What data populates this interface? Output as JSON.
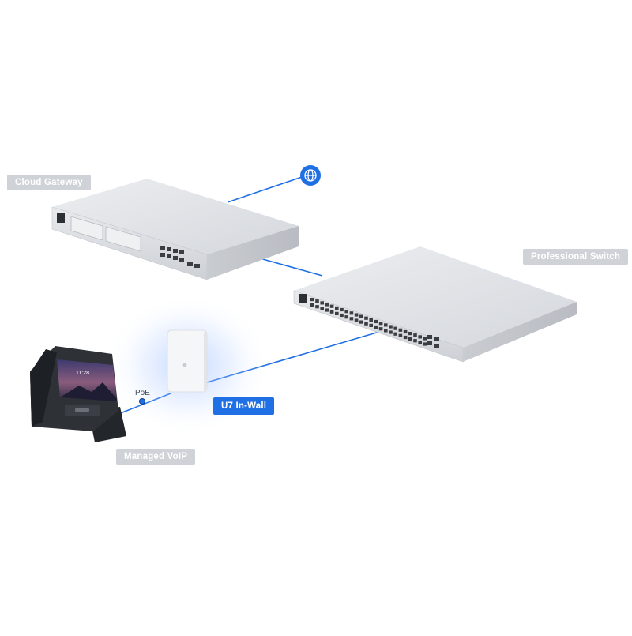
{
  "labels": {
    "cloud_gateway": "Cloud Gateway",
    "professional_switch": "Professional Switch",
    "u7_in_wall": "U7 In-Wall",
    "managed_voip": "Managed VoIP",
    "poe": "PoE"
  },
  "phone_screen": {
    "time": "11:28"
  },
  "colors": {
    "link_line": "#1f6fe5",
    "label_gray": "#cfd2d6",
    "label_blue": "#1f6fe5",
    "device_silver": "#dfe2e6",
    "port_dark": "#3a3d42"
  },
  "icons": {
    "internet": "globe-icon"
  }
}
